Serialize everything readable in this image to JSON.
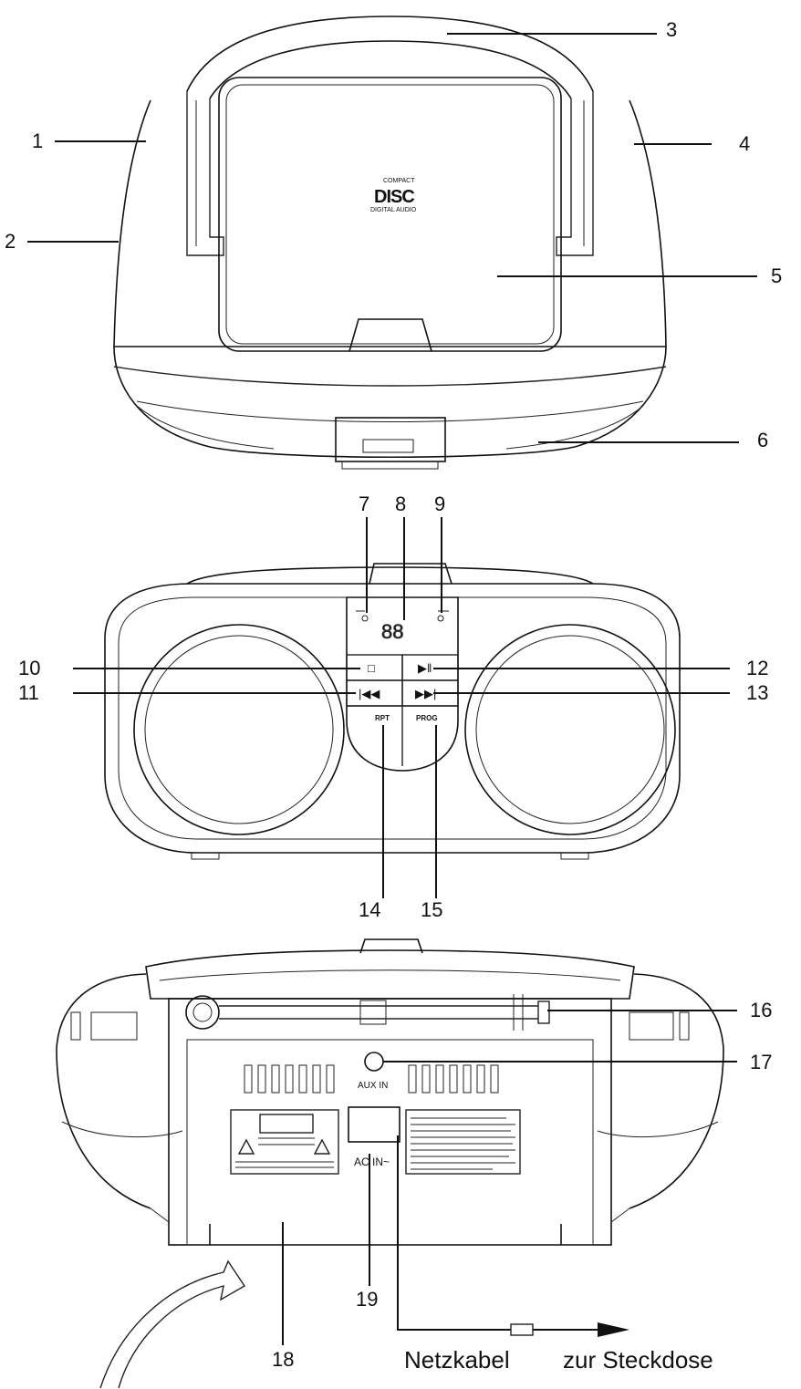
{
  "callouts": [
    "1",
    "2",
    "3",
    "4",
    "5",
    "6",
    "7",
    "8",
    "9",
    "10",
    "11",
    "12",
    "13",
    "14",
    "15",
    "16",
    "17",
    "18",
    "19"
  ],
  "device": {
    "disc_logo": "DISC",
    "disc_logo_top": "COMPACT",
    "disc_logo_bottom": "DIGITAL AUDIO",
    "display_digits": "88",
    "buttons": {
      "stop": "□",
      "play_pause": "▶ǁ",
      "prev": "|◀◀",
      "next": "▶▶|",
      "rpt": "RPT",
      "prog": "PROG"
    },
    "rear": {
      "aux_label": "AUX IN",
      "ac_label": "AC IN~",
      "caution_title": "CAUTION"
    }
  },
  "captions": {
    "power_cable": "Netzkabel",
    "to_outlet": "zur Steckdose"
  }
}
